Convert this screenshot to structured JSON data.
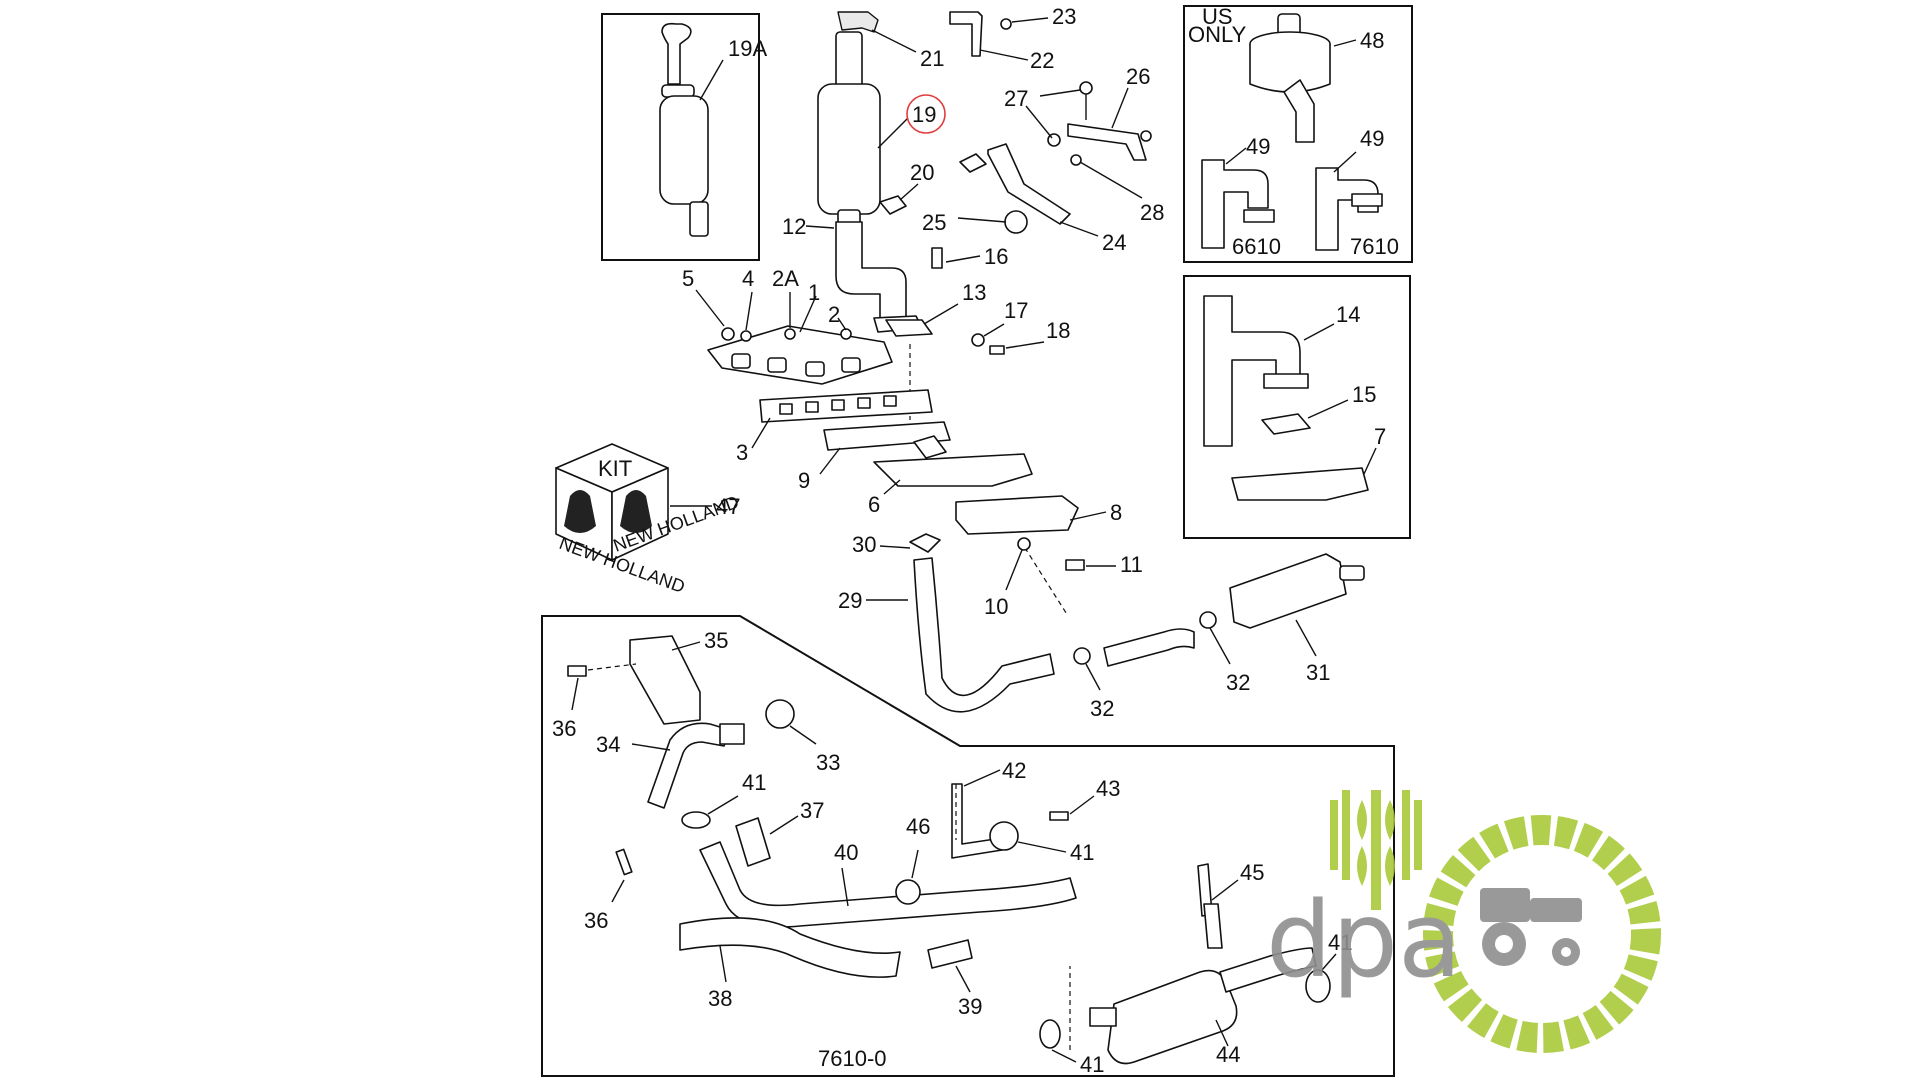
{
  "callouts": {
    "c19a": "19A",
    "c19": "19",
    "c21": "21",
    "c22": "22",
    "c23": "23",
    "c26": "26",
    "c27": "27",
    "c28": "28",
    "c20": "20",
    "c25": "25",
    "c24": "24",
    "c12": "12",
    "c16": "16",
    "c13": "13",
    "c17": "17",
    "c18": "18",
    "c5": "5",
    "c4": "4",
    "c2a": "2A",
    "c1": "1",
    "c2": "2",
    "c3": "3",
    "c9": "9",
    "c6": "6",
    "c8": "8",
    "c11": "11",
    "c10": "10",
    "c30": "30",
    "c29": "29",
    "c47": "47",
    "c48": "48",
    "c49a": "49",
    "c49b": "49",
    "c14": "14",
    "c15": "15",
    "c7": "7",
    "c31": "31",
    "c32a": "32",
    "c32b": "32",
    "c35": "35",
    "c36a": "36",
    "c34": "34",
    "c33": "33",
    "c41a": "41",
    "c37": "37",
    "c36b": "36",
    "c42": "42",
    "c43": "43",
    "c46": "46",
    "c41b": "41",
    "c40": "40",
    "c45": "45",
    "c41c": "41",
    "c38": "38",
    "c39": "39",
    "c44": "44",
    "c41d": "41"
  },
  "labels": {
    "us_only_1": "US",
    "us_only_2": "ONLY",
    "model_6610": "6610",
    "model_7610": "7610",
    "kit": "KIT",
    "brand_1": "NEW HOLLAND",
    "brand_2": "NEW HOLLAND",
    "figure_code": "7610-0"
  },
  "watermark": {
    "text": "dpa"
  },
  "highlight": {
    "callout": "19",
    "color": "#e23b3b"
  },
  "colors": {
    "line": "#111111",
    "logo_green": "#a9c93a",
    "logo_gray": "#8f8f8f"
  }
}
